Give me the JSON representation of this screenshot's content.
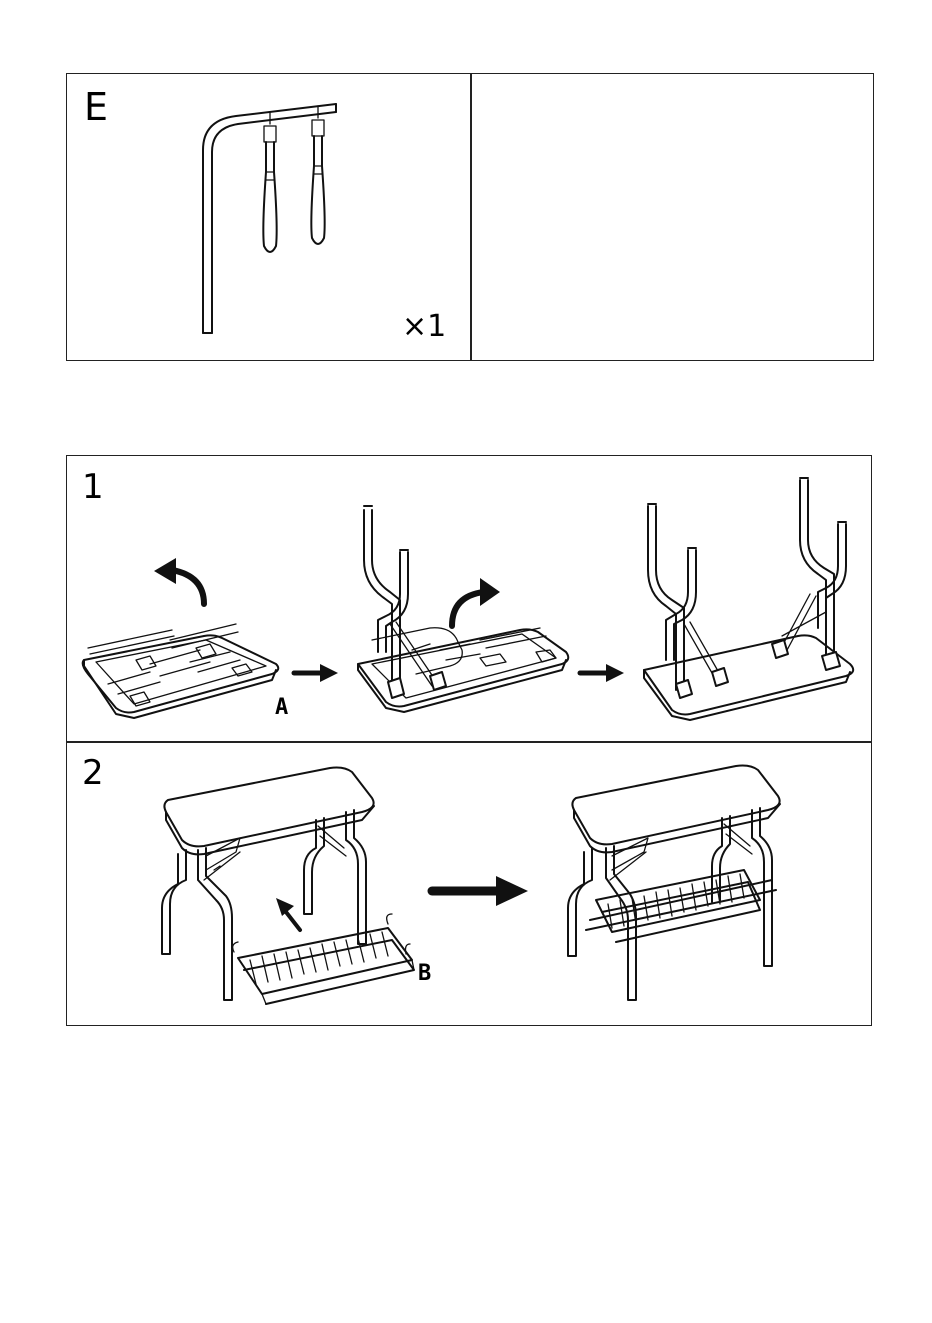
{
  "part_e": {
    "letter": "E",
    "quantity": "×1"
  },
  "step1": {
    "number": "1",
    "part_label": "A"
  },
  "step2": {
    "number": "2",
    "part_label": "B"
  }
}
